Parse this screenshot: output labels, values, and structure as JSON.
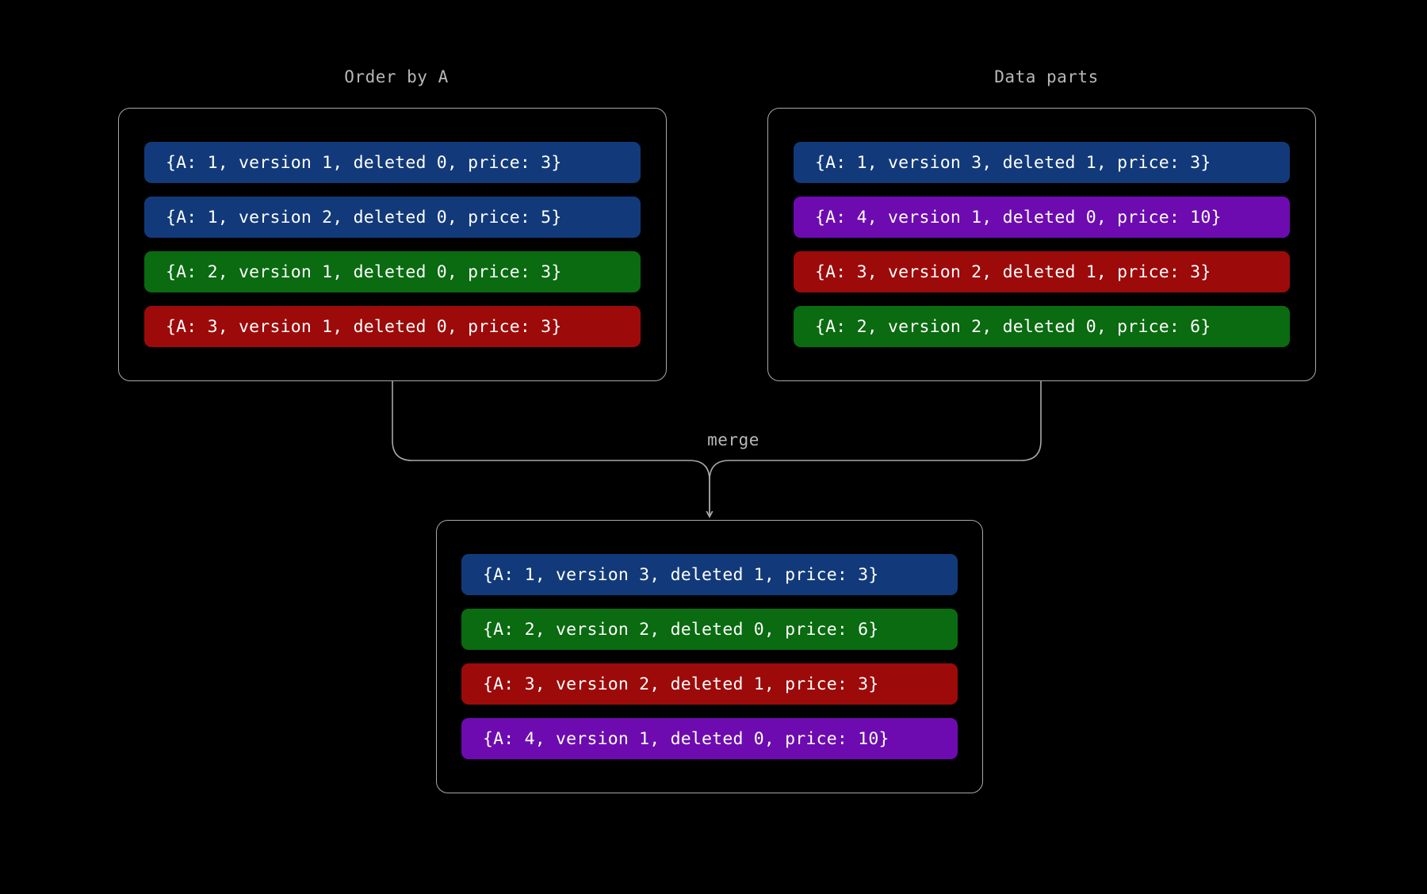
{
  "diagram": {
    "background_color": "#000000",
    "line_color": "#a8a8a8",
    "text_color": "#ffffff",
    "title_color": "#b8b8b8",
    "merge_label": "merge",
    "colors": {
      "blue": "#123a7a",
      "green": "#0a6b10",
      "red": "#9d0a0a",
      "purple": "#6d0bb0"
    }
  },
  "groups": {
    "order_by_a": {
      "title": "Order by A",
      "rows": [
        {
          "text": "{A: 1, version 1, deleted 0, price: 3}",
          "color": "blue",
          "A": 1,
          "version": 1,
          "deleted": 0,
          "price": 3
        },
        {
          "text": "{A: 1, version 2, deleted 0, price: 5}",
          "color": "blue",
          "A": 1,
          "version": 2,
          "deleted": 0,
          "price": 5
        },
        {
          "text": "{A: 2, version 1, deleted 0, price: 3}",
          "color": "green",
          "A": 2,
          "version": 1,
          "deleted": 0,
          "price": 3
        },
        {
          "text": "{A: 3, version 1, deleted 0, price: 3}",
          "color": "red",
          "A": 3,
          "version": 1,
          "deleted": 0,
          "price": 3
        }
      ]
    },
    "data_parts": {
      "title": "Data parts",
      "rows": [
        {
          "text": "{A: 1, version 3, deleted 1, price: 3}",
          "color": "blue",
          "A": 1,
          "version": 3,
          "deleted": 1,
          "price": 3
        },
        {
          "text": "{A: 4, version 1, deleted 0, price: 10}",
          "color": "purple",
          "A": 4,
          "version": 1,
          "deleted": 0,
          "price": 10
        },
        {
          "text": "{A: 3, version 2, deleted 1, price: 3}",
          "color": "red",
          "A": 3,
          "version": 2,
          "deleted": 1,
          "price": 3
        },
        {
          "text": "{A: 2, version 2, deleted 0, price: 6}",
          "color": "green",
          "A": 2,
          "version": 2,
          "deleted": 0,
          "price": 6
        }
      ]
    },
    "merged": {
      "rows": [
        {
          "text": "{A: 1, version 3, deleted 1, price: 3}",
          "color": "blue",
          "A": 1,
          "version": 3,
          "deleted": 1,
          "price": 3
        },
        {
          "text": "{A: 2, version 2, deleted 0, price: 6}",
          "color": "green",
          "A": 2,
          "version": 2,
          "deleted": 0,
          "price": 6
        },
        {
          "text": "{A: 3, version 2, deleted 1, price: 3}",
          "color": "red",
          "A": 3,
          "version": 2,
          "deleted": 1,
          "price": 3
        },
        {
          "text": "{A: 4, version 1, deleted 0, price: 10}",
          "color": "purple",
          "A": 4,
          "version": 1,
          "deleted": 0,
          "price": 10
        }
      ]
    }
  }
}
